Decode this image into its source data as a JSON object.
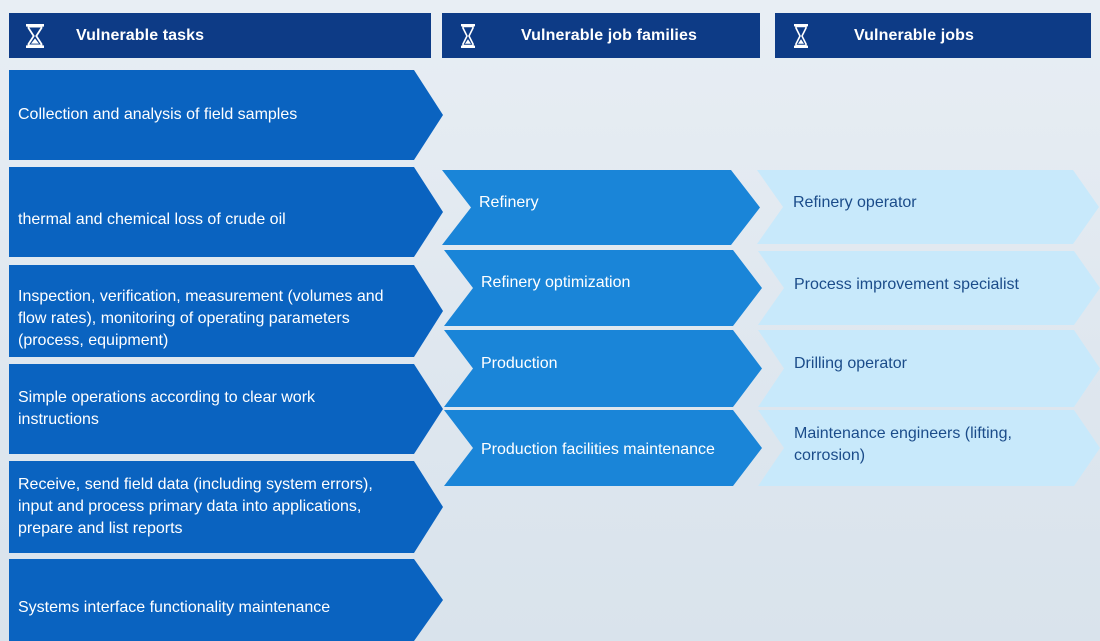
{
  "headers": {
    "tasks": {
      "title": "Vulnerable tasks",
      "icon": "hourglass-icon"
    },
    "families": {
      "title": "Vulnerable job families",
      "icon": "hourglass-icon"
    },
    "jobs": {
      "title": "Vulnerable jobs",
      "icon": "hourglass-icon"
    }
  },
  "tasks": [
    "Collection and analysis of field samples",
    "thermal and chemical loss of crude oil",
    "Inspection, verification, measurement (volumes and flow rates), monitoring of operating parameters (process, equipment)",
    "Simple operations according to clear work instructions",
    "Receive, send field data (including system errors), input and process primary data into applications, prepare and list reports",
    "Systems interface functionality maintenance"
  ],
  "job_families": [
    "Refinery",
    "Refinery optimization",
    "Production",
    "Production facilities maintenance"
  ],
  "jobs": [
    "Refinery operator",
    "Process improvement specialist",
    "Drilling operator",
    "Maintenance engineers (lifting, corrosion)"
  ],
  "colors": {
    "header": "#0d3b86",
    "task": "#0a63c0",
    "job_family": "#1a85d8",
    "job": "#c8e9fb",
    "job_text": "#1b4c8a"
  }
}
